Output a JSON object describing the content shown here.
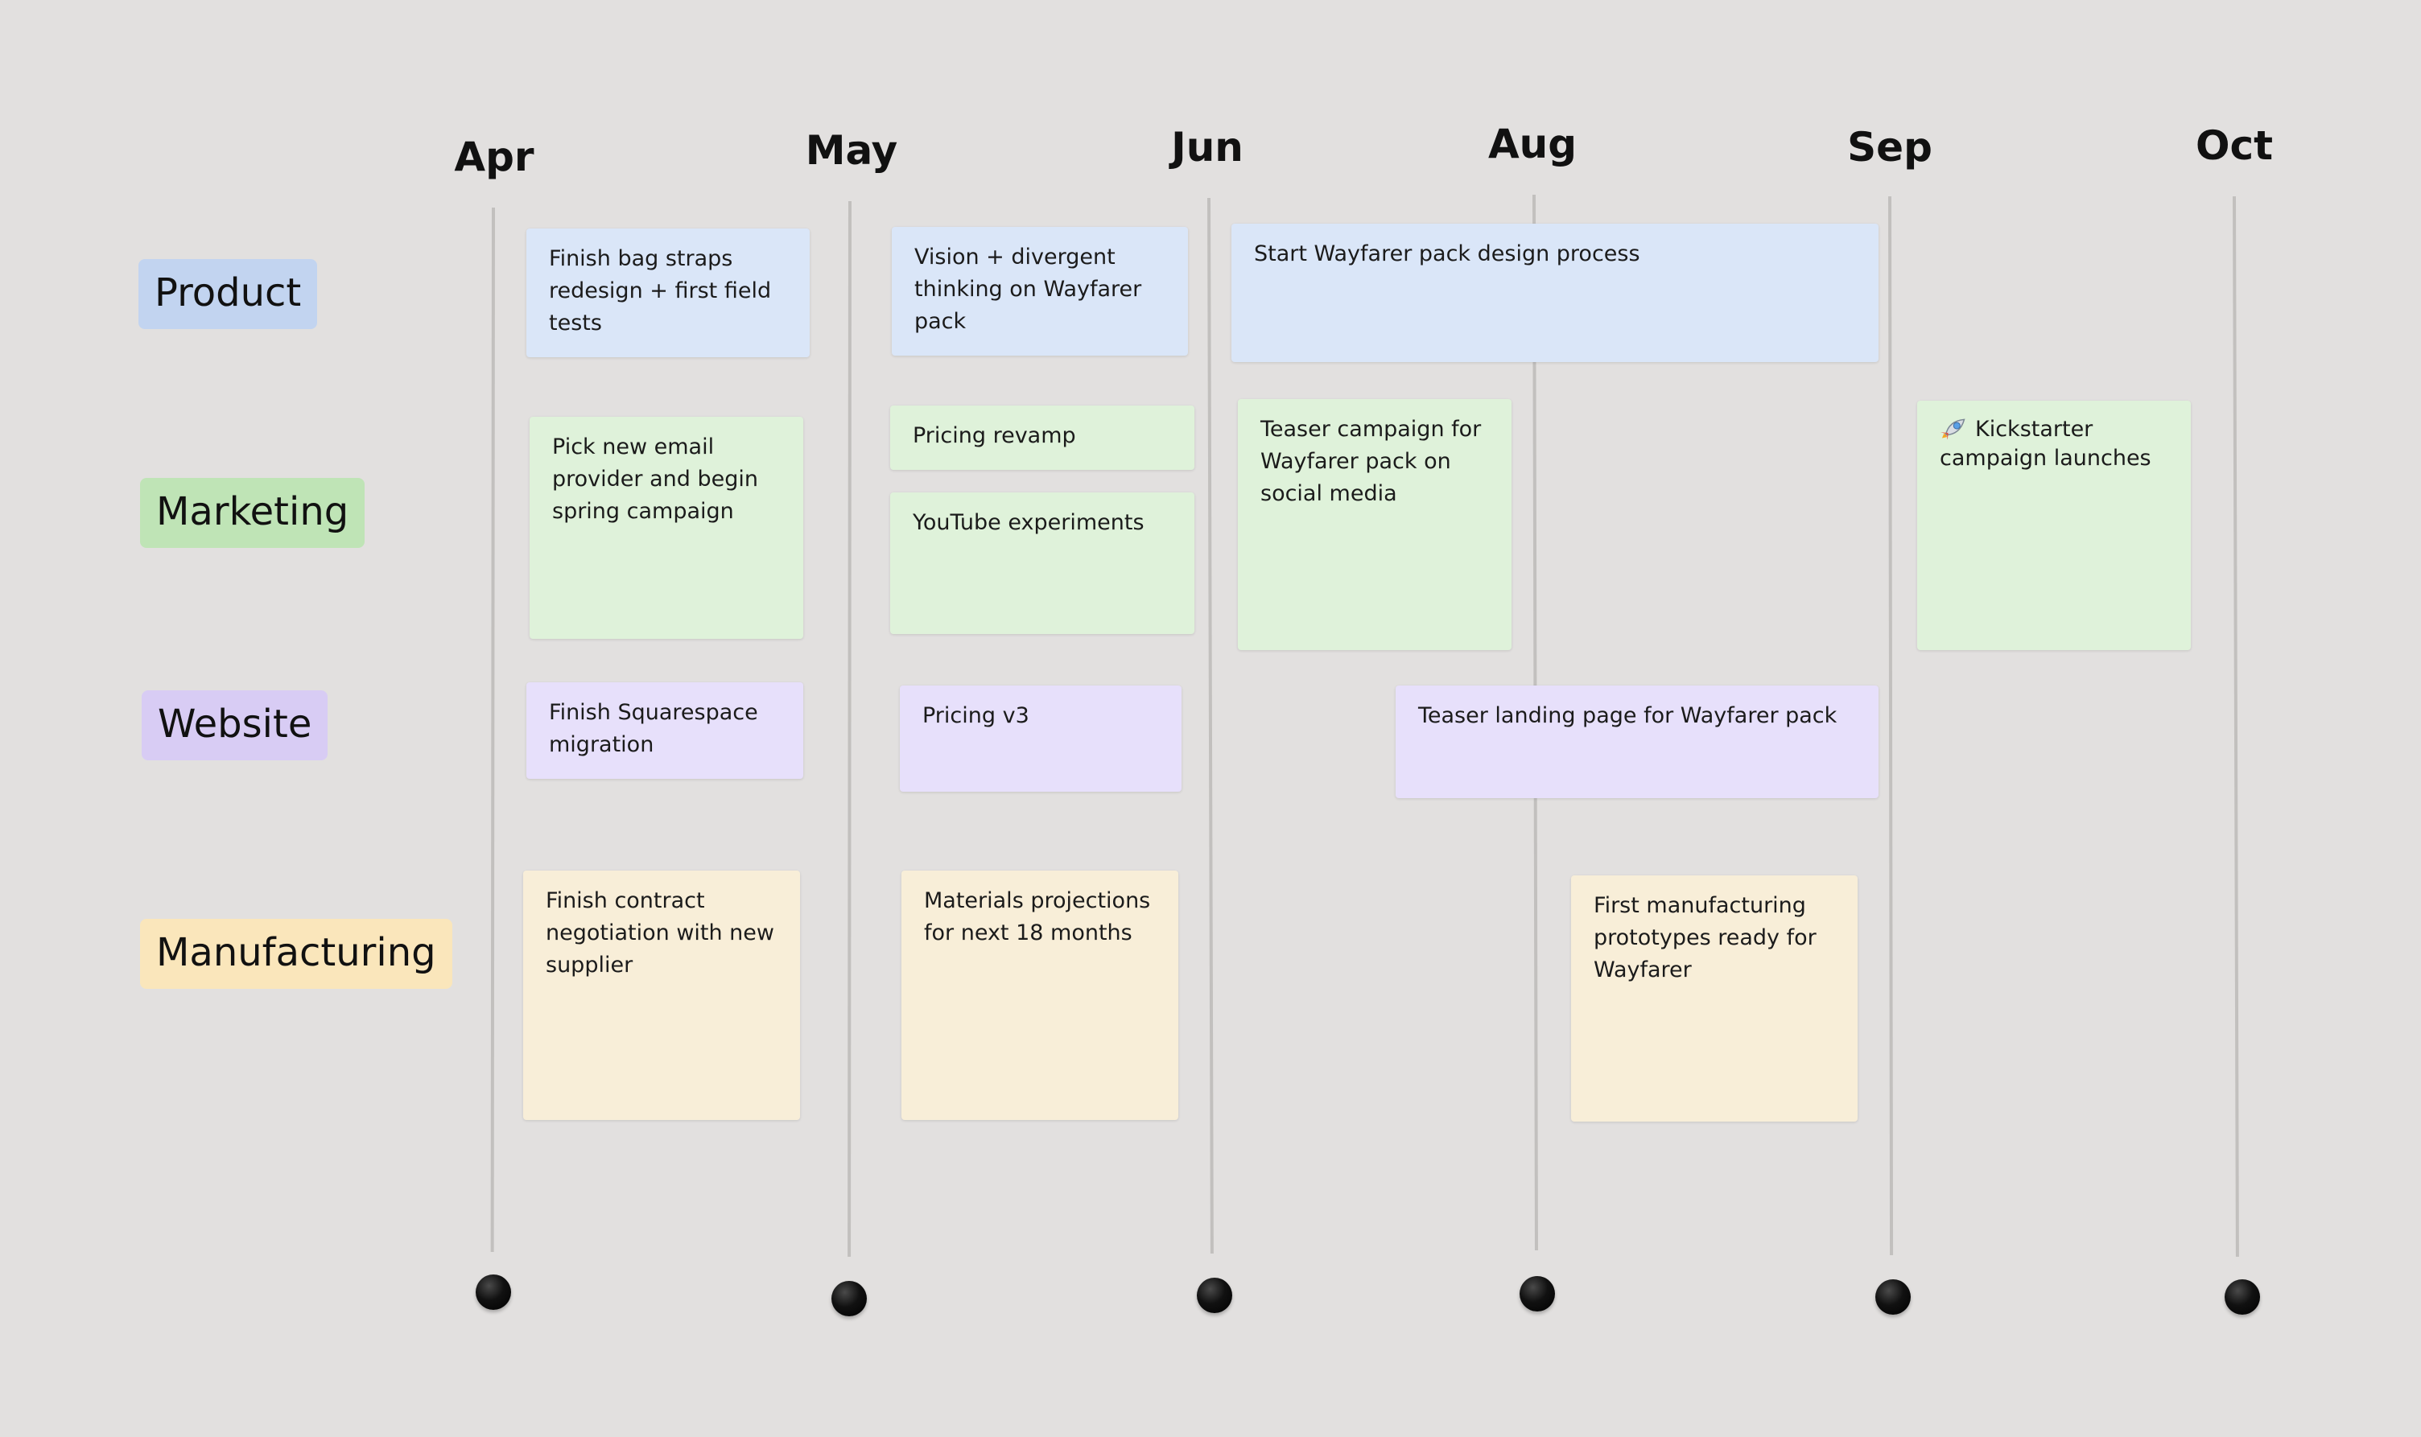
{
  "months": [
    "Apr",
    "May",
    "Jun",
    "Aug",
    "Sep",
    "Oct"
  ],
  "lanes": {
    "product": "Product",
    "marketing": "Marketing",
    "website": "Website",
    "manufacturing": "Manufacturing"
  },
  "colors": {
    "product_label": "#c2d4f0",
    "product_card": "#dae6f8",
    "marketing_label": "#bfe4b6",
    "marketing_card": "#dff2da",
    "website_label": "#d8ccf4",
    "website_card": "#e7e0fb",
    "manufacturing_label": "#fae6bb",
    "manufacturing_card": "#f8eed8",
    "background": "#e2e0df",
    "line": "#c2c0be",
    "pin": "#111111"
  },
  "cards": {
    "product_1": "Finish bag straps redesign + first field tests",
    "product_2": "Vision + divergent thinking on Wayfarer pack",
    "product_3": "Start Wayfarer pack design process",
    "marketing_1": "Pick new email provider and begin spring campaign",
    "marketing_2": "Pricing revamp",
    "marketing_3": "YouTube experiments",
    "marketing_4": "Teaser campaign for Wayfarer pack on social media",
    "marketing_5": "Kickstarter campaign launches",
    "website_1": "Finish Squarespace migration",
    "website_2": "Pricing v3",
    "website_3": "Teaser landing page for Wayfarer pack",
    "manufacturing_1": "Finish contract negotiation with new supplier",
    "manufacturing_2": "Materials projections for next 18 months",
    "manufacturing_3": "First manufacturing prototypes ready for Wayfarer"
  },
  "icons": {
    "kickstarter": "rocket-icon"
  }
}
